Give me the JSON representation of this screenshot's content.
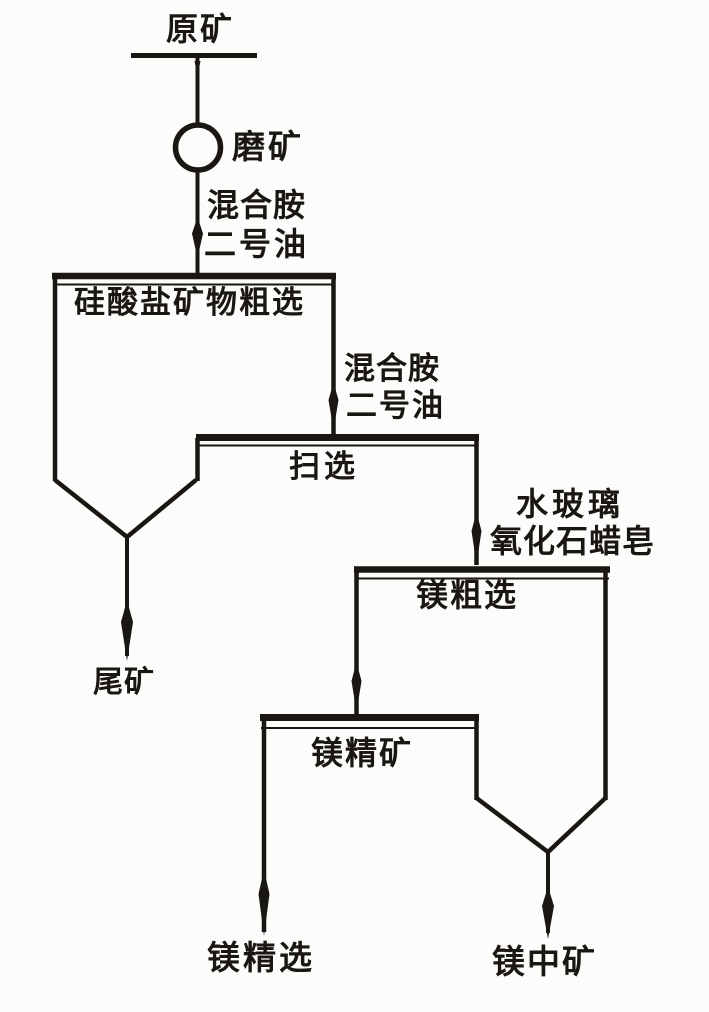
{
  "page": {
    "background_color": "#fcfcfa",
    "ink_color": "#1a1613",
    "diagram_type": "flotation-flowsheet"
  },
  "flowsheet": {
    "labels": {
      "raw_ore": "原矿",
      "grinding": "磨矿",
      "grinding_reagents": [
        "混合胺",
        "二号油"
      ],
      "silicate_rougher_cell": "硅酸盐矿物粗选",
      "scavenger_reagents": [
        "混合胺",
        "二号油"
      ],
      "scavenger_cell": "扫选",
      "tailings": "尾矿",
      "mg_rougher_reagents": [
        "水玻璃",
        "氧化石蜡皂"
      ],
      "mg_rougher_cell": "镁粗选",
      "mg_concentrate_cell": "镁精矿",
      "mg_cleaning_output": "镁精选",
      "mg_middlings_output": "镁中矿"
    }
  }
}
